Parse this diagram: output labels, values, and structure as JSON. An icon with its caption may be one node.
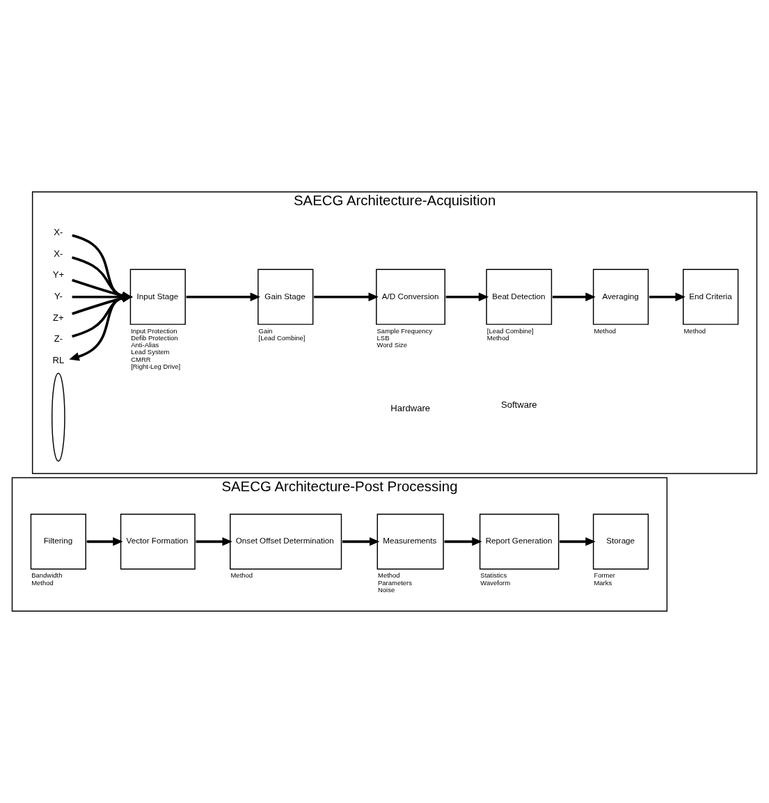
{
  "diagram": {
    "nodes": [
      {
        "text": [
          "SAECG Architecture-Acquisition"
        ]
      },
      {
        "text": [
          "X-"
        ],
        "in": 0
      },
      {
        "text": [
          "X-"
        ],
        "in": 0
      },
      {
        "text": [
          "Y+"
        ],
        "in": 0
      },
      {
        "text": [
          "Y-"
        ],
        "in": 0
      },
      {
        "text": [
          "Z+"
        ],
        "in": 0
      },
      {
        "text": [
          "Z-"
        ],
        "in": 0
      },
      {
        "text": [
          "RL"
        ],
        "in": 0
      },
      {
        "text": [],
        "shape": "ellipse",
        "in": 0
      },
      {
        "text": [
          "Input Stage"
        ],
        "in": 0,
        "beside": [
          "Input Protection",
          "Defib Protection",
          "Anti-Alias",
          "Lead System",
          "CMRR",
          "[Right-Leg Drive]"
        ]
      },
      {
        "text": [
          "Gain Stage"
        ],
        "in": 0,
        "beside": [
          "Gain",
          "[Lead Combine]"
        ]
      },
      {
        "text": [
          "A/D Conversion"
        ],
        "in": 0,
        "beside": [
          "Sample Frequency",
          "LSB",
          "Word Size"
        ]
      },
      {
        "text": [
          "Beat Detection"
        ],
        "in": 0,
        "beside": [
          "[Lead Combine]",
          "Method"
        ]
      },
      {
        "text": [
          "Averaging"
        ],
        "in": 0,
        "beside": [
          "Method"
        ]
      },
      {
        "text": [
          "End Criteria"
        ],
        "in": 0,
        "beside": [
          "Method"
        ]
      },
      {
        "text": [
          "SAECG Architecture-Post Processing"
        ]
      },
      {
        "text": [
          "Filtering"
        ],
        "in": 15,
        "beside": [
          "Bandwidth",
          "Method"
        ]
      },
      {
        "text": [
          "Vector Formation"
        ],
        "in": 15
      },
      {
        "text": [
          "Onset Offset Determination"
        ],
        "in": 15,
        "beside": [
          "Method"
        ]
      },
      {
        "text": [
          "Measurements"
        ],
        "in": 15,
        "beside": [
          "Method",
          "Parameters",
          "Noise"
        ]
      },
      {
        "text": [
          "Report Generation"
        ],
        "in": 15,
        "beside": [
          "Statistics",
          "Waveform"
        ]
      },
      {
        "text": [
          "Storage"
        ],
        "in": 15,
        "beside": [
          "Former",
          "Marks"
        ]
      }
    ],
    "edges": [
      {
        "from": 1,
        "to": 9,
        "arrow": "to"
      },
      {
        "from": 2,
        "to": 9,
        "arrow": "to"
      },
      {
        "from": 3,
        "to": 9,
        "arrow": "to"
      },
      {
        "from": 4,
        "to": 9,
        "arrow": "to"
      },
      {
        "from": 5,
        "to": 9,
        "arrow": "to"
      },
      {
        "from": 6,
        "to": 9,
        "arrow": "to"
      },
      {
        "from": 9,
        "to": 7,
        "arrow": "to"
      },
      {
        "from": 9,
        "to": 10,
        "arrow": "to"
      },
      {
        "from": 10,
        "to": 11,
        "arrow": "to"
      },
      {
        "from": 11,
        "to": 12,
        "arrow": "to"
      },
      {
        "from": 12,
        "to": 13,
        "arrow": "to"
      },
      {
        "from": 13,
        "to": 14,
        "arrow": "to"
      },
      {
        "from": 16,
        "to": 17,
        "arrow": "to"
      },
      {
        "from": 17,
        "to": 18,
        "arrow": "to"
      },
      {
        "from": 18,
        "to": 19,
        "arrow": "to"
      },
      {
        "from": 19,
        "to": 20,
        "arrow": "to"
      },
      {
        "from": 20,
        "to": 21,
        "arrow": "to"
      }
    ],
    "labels": [
      "Hardware",
      "Software"
    ]
  }
}
